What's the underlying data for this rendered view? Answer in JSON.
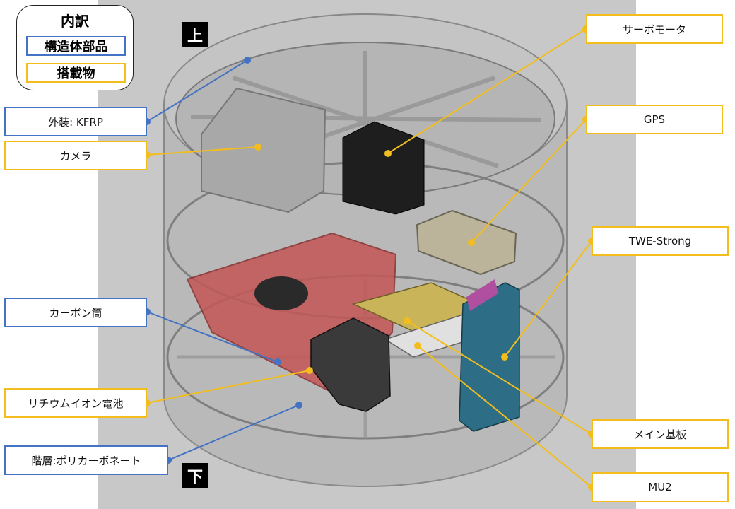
{
  "legend": {
    "title": "内訳",
    "structural": "構造体部品",
    "payload": "搭載物"
  },
  "directions": {
    "top": "上",
    "bottom": "下"
  },
  "labels": {
    "exterior": "外装: KFRP",
    "camera": "カメラ",
    "carbon_tube": "カーボン筒",
    "battery": "リチウムイオン電池",
    "layer": "階層:ポリカーボネート",
    "servo": "サーボモータ",
    "gps": "GPS",
    "twe": "TWE-Strong",
    "main_board": "メイン基板",
    "mu2": "MU2"
  },
  "colors": {
    "structural": "#4472c4",
    "payload": "#f2bd1d"
  }
}
